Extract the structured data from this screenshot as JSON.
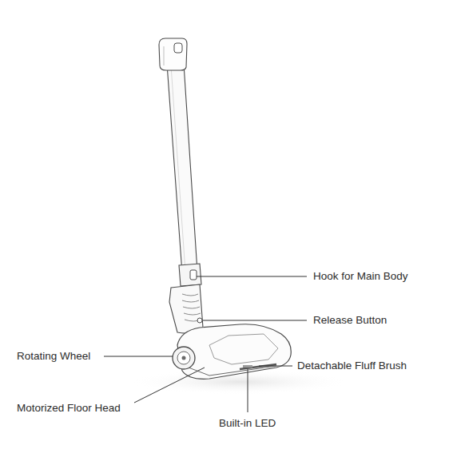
{
  "diagram": {
    "labels": [
      "Hook for Main Body",
      "Release Button",
      "Rotating Wheel",
      "Detachable Fluff Brush",
      "Motorized Floor Head",
      "Built-in LED"
    ]
  }
}
